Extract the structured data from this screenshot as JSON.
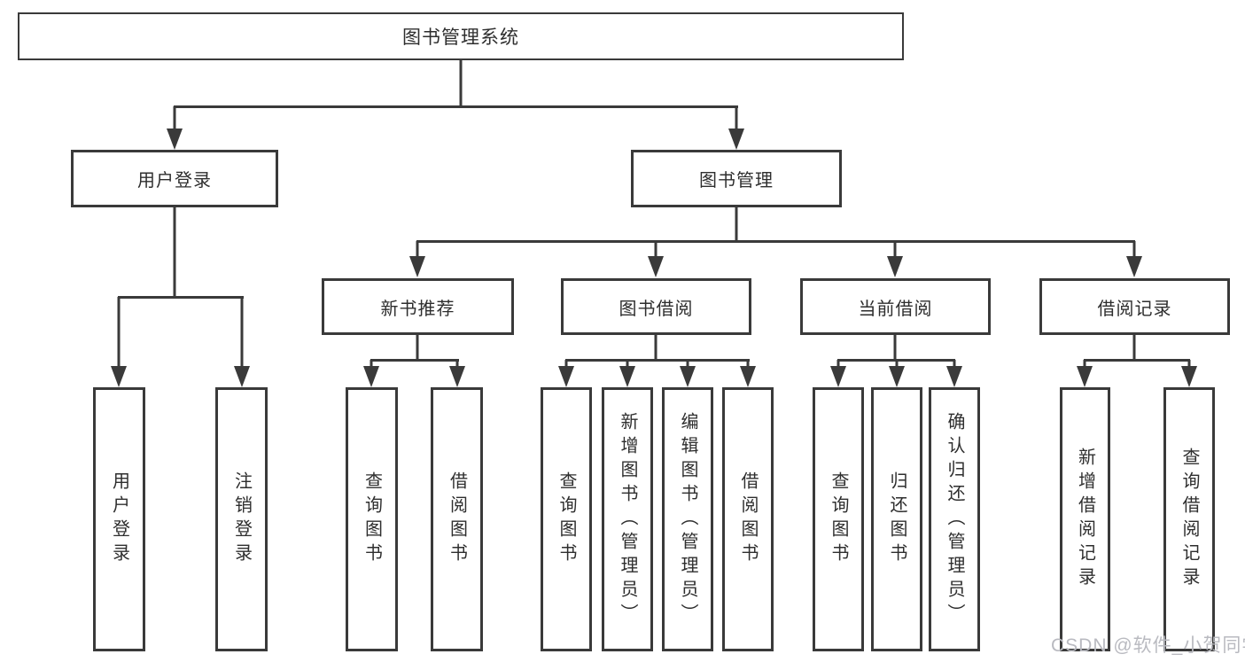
{
  "nodes": {
    "root": "图书管理系统",
    "user_login": "用户登录",
    "book_mgmt": "图书管理",
    "new_book_rec": "新书推荐",
    "book_borrow": "图书借阅",
    "current_borrow": "当前借阅",
    "borrow_record": "借阅记录",
    "ul_login": "用户登录",
    "ul_logout": "注销登录",
    "nb_query": "查询图书",
    "nb_borrow": "借阅图书",
    "bb_query": "查询图书",
    "bb_add": "新增图书（管理员）",
    "bb_edit": "编辑图书（管理员）",
    "bb_borrow": "借阅图书",
    "cb_query": "查询图书",
    "cb_return": "归还图书",
    "cb_confirm": "确认归还（管理员）",
    "br_add": "新增借阅记录",
    "br_query": "查询借阅记录"
  },
  "watermark": "CSDN @软件_小贺同学",
  "colors": {
    "line": "#3a3a3a",
    "text": "#2e2e2e",
    "watermark": "#b9bac0",
    "background": "#ffffff"
  }
}
